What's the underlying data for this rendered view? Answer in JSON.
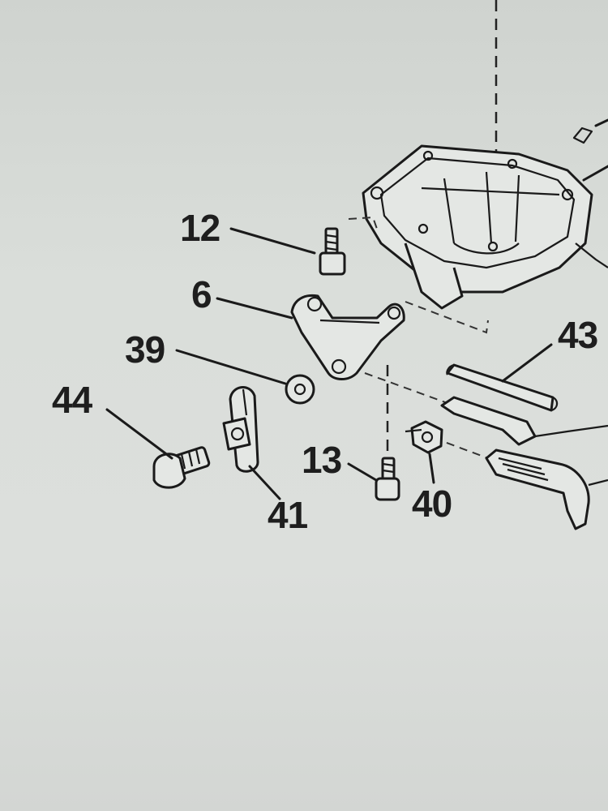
{
  "diagram": {
    "callouts": {
      "c12": "12",
      "c6": "6",
      "c39": "39",
      "c44": "44",
      "c41": "41",
      "c13": "13",
      "c40": "40",
      "c43": "43"
    }
  }
}
